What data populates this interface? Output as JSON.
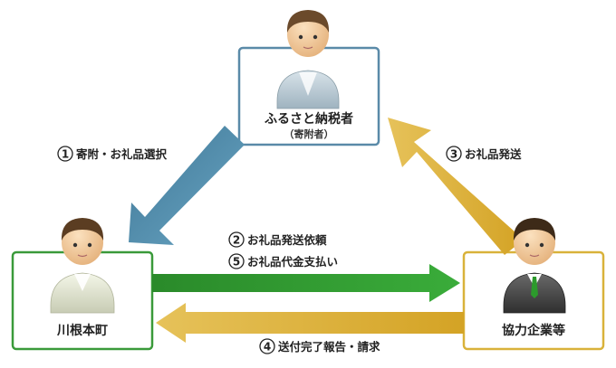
{
  "nodes": {
    "donor": {
      "label": "ふるさと納税者",
      "sublabel": "（寄附者）"
    },
    "town": {
      "label": "川根本町"
    },
    "partner": {
      "label": "協力企業等"
    }
  },
  "steps": {
    "s1": {
      "num": "1",
      "text": "寄附・お礼品選択"
    },
    "s2": {
      "num": "2",
      "text": "お礼品発送依頼"
    },
    "s3": {
      "num": "3",
      "text": "お礼品発送"
    },
    "s4": {
      "num": "4",
      "text": "送付完了報告・請求"
    },
    "s5": {
      "num": "5",
      "text": "お礼品代金支払い"
    }
  },
  "colors": {
    "donor_border": "#5a8aa8",
    "town_border": "#3a9a3a",
    "partner_border": "#d9b23a",
    "arrow_blue": "#4a86a6",
    "arrow_green": "#2d9a2d",
    "arrow_gold": "#d9ac2e"
  }
}
